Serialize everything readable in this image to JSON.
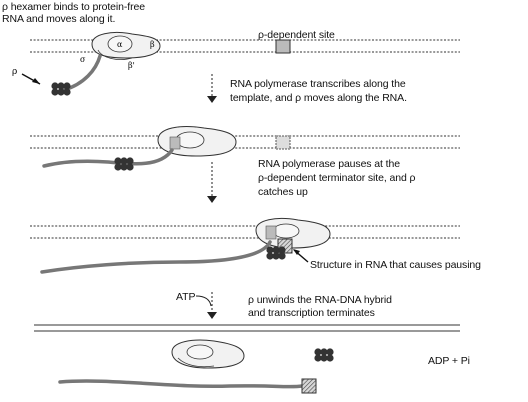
{
  "steps": [
    {
      "caption_line1": "ρ hexamer binds to protein-free",
      "caption_line2": "RNA and moves along it."
    },
    {
      "caption_line1": "RNA polymerase transcribes along the",
      "caption_line2": "template, and ρ moves along the RNA."
    },
    {
      "caption_line1": "RNA polymerase pauses at the",
      "caption_line2": "ρ-dependent terminator site, and ρ",
      "caption_line3": "catches up"
    },
    {
      "caption_line1": "ρ unwinds the RNA-DNA hybrid",
      "caption_line2": "and transcription terminates"
    }
  ],
  "labels": {
    "site": "ρ-dependent site",
    "structure": "Structure in RNA that causes pausing",
    "atp": "ATP",
    "adp": "ADP + Pi",
    "rho": "ρ",
    "alpha": "α",
    "beta": "β",
    "beta_prime": "β'",
    "sigma": "σ"
  }
}
